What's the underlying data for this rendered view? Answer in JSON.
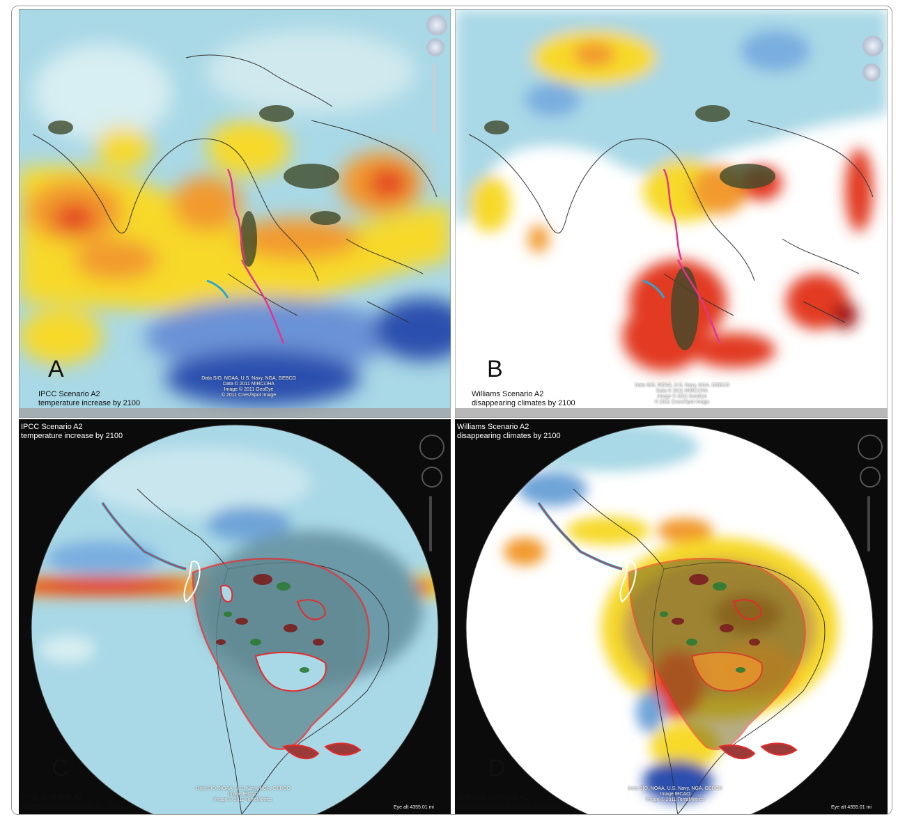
{
  "panels": {
    "a": {
      "letter": "A",
      "caption_line1": "IPCC Scenario A2",
      "caption_line2": "temperature increase by 2100",
      "credit_lines": [
        "Data SIO, NOAA, U.S. Navy, NGA, GEBCO",
        "Data © 2011 MIRC/JHA",
        "Image © 2011 GeoEye",
        "© 2011 Cnes/Spot Image"
      ]
    },
    "b": {
      "letter": "B",
      "caption_line1": "Williams Scenario A2",
      "caption_line2": "disappearing climates by 2100",
      "credit_lines": [
        "Data SIO, NOAA, U.S. Navy, NGA, GEBCO",
        "Data © 2011 MIRC/JHA",
        "Image © 2011 GeoEye",
        "© 2011 Cnes/Spot Image"
      ]
    },
    "c": {
      "letter": "C",
      "caption_top_line1": "IPCC Scenario A2",
      "caption_top_line2": "temperature increase by 2100",
      "caption_bottom_line1": "IPCC Scenario A2",
      "caption_bottom_line2": "temperature increase by 2100",
      "credit_lines": [
        "Data SIO, NOAA, U.S. Navy, NGA, GEBCO",
        "Image IBCAO",
        "Image © 2011 TerraMetrics"
      ],
      "eye_alt": "Eye alt  4355.01 mi"
    },
    "d": {
      "letter": "D",
      "caption_top_line1": "Williams Scenario A2",
      "caption_top_line2": "disappearing climates by 2100",
      "caption_bottom_line1": "Williams Scenario A2",
      "caption_bottom_line2": "disappearing climates by 2100",
      "credit_lines": [
        "Data SIO, NOAA, U.S. Navy, NGA, GEBCO",
        "Image IBCAO",
        "Image © 2011 TerraMetrics"
      ],
      "eye_alt": "Eye alt  4355.01 mi"
    }
  },
  "colors": {
    "cold_blue": "#2b4fae",
    "light_blue": "#a9d8e6",
    "pale_blue": "#cfe9ee",
    "yellow": "#f7d92a",
    "orange": "#f29a2e",
    "red": "#e23a22",
    "outline_red": "#e52b2b",
    "outline_magenta": "#e0348f",
    "outline_cyan": "#29a6d4",
    "forest_green": "#2e7a34",
    "maroon": "#7a1f1f",
    "background_dark": "#0b0b0b"
  }
}
